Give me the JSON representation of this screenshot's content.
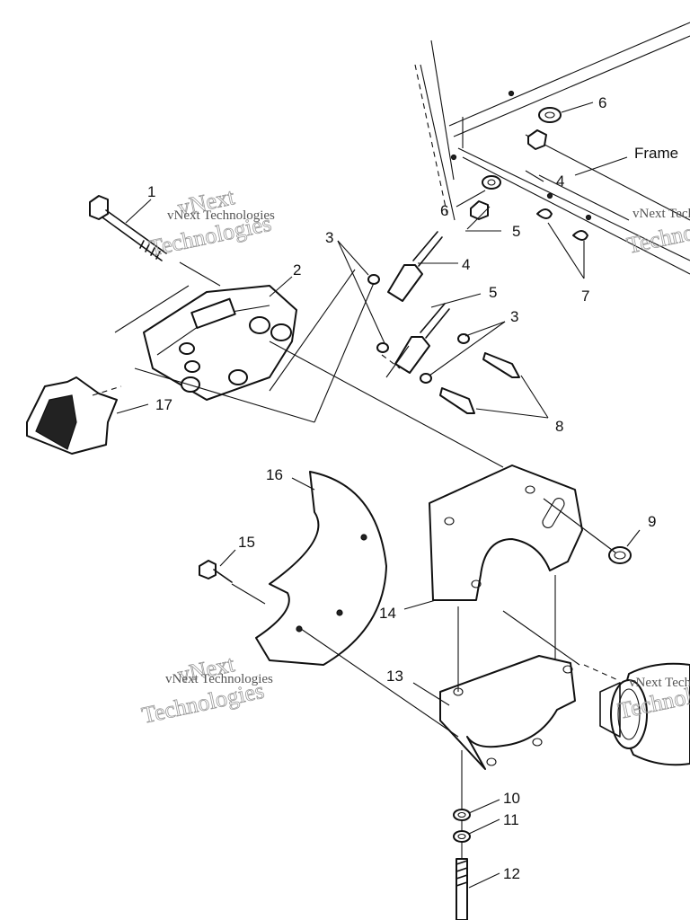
{
  "callouts": {
    "c1": "1",
    "c2": "2",
    "c3a": "3",
    "c3b": "3",
    "c4a": "4",
    "c4b": "4",
    "c5a": "5",
    "c5b": "5",
    "c6a": "6",
    "c6b": "6",
    "c7": "7",
    "c8": "8",
    "c9": "9",
    "c10": "10",
    "c11": "11",
    "c12": "12",
    "c13": "13",
    "c14": "14",
    "c15": "15",
    "c16": "16",
    "c17": "17"
  },
  "labels": {
    "frame": "Frame"
  },
  "watermark": {
    "line1": "vNext Technologies",
    "line2": "Technologies",
    "line3": "vNext"
  }
}
